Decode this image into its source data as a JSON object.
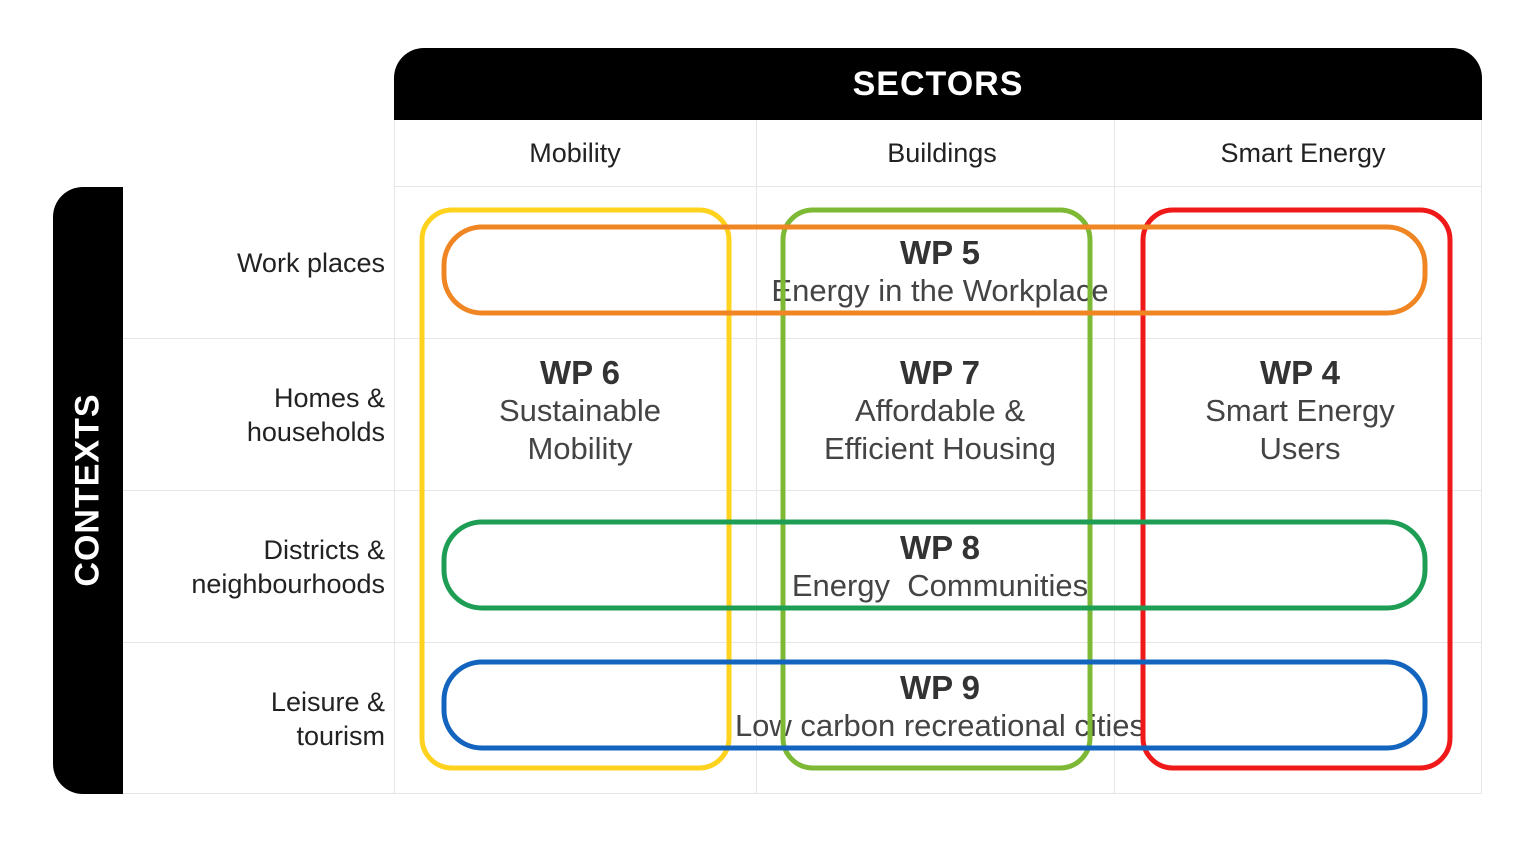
{
  "header": {
    "sectors_label": "SECTORS"
  },
  "side": {
    "contexts_label": "CONTEXTS"
  },
  "sectors": [
    "Mobility",
    "Buildings",
    "Smart Energy"
  ],
  "contexts": [
    [
      "Work places"
    ],
    [
      "Homes &",
      "households"
    ],
    [
      "Districts &",
      "neighbourhoods"
    ],
    [
      "Leisure &",
      "tourism"
    ]
  ],
  "work_packages": {
    "wp5": {
      "id": "WP 5",
      "name": "Energy in the Workplace"
    },
    "wp6": {
      "id": "WP 6",
      "line1": "Sustainable",
      "line2": "Mobility"
    },
    "wp7": {
      "id": "WP 7",
      "line1": "Affordable &",
      "line2": "Efficient Housing"
    },
    "wp4": {
      "id": "WP 4",
      "line1": "Smart Energy",
      "line2": "Users"
    },
    "wp8": {
      "id": "WP 8",
      "name": "Energy  Communities"
    },
    "wp9": {
      "id": "WP 9",
      "name": "Low carbon recreational cities"
    }
  },
  "colors": {
    "mobility_ring": "#FFD21E",
    "buildings_ring": "#7DB935",
    "smart_energy_ring": "#F01919",
    "workplace_ring": "#F08623",
    "communities_ring": "#1E9E55",
    "leisure_ring": "#1264BE"
  }
}
